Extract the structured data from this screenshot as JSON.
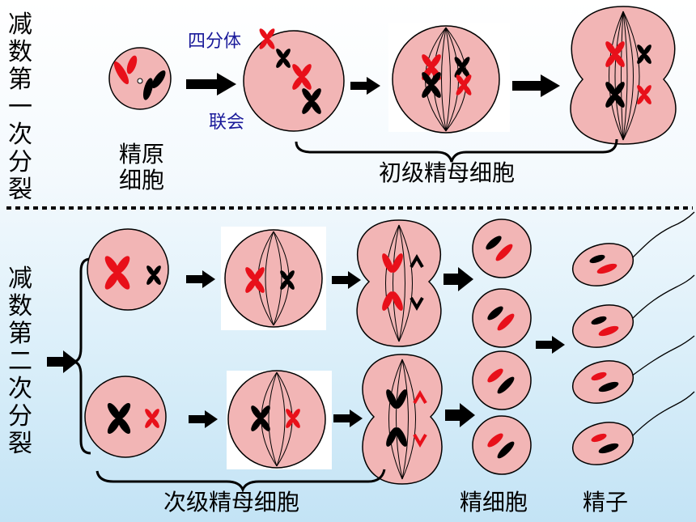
{
  "stage1": {
    "title_chars": [
      "减",
      "数",
      "第",
      "一",
      "次",
      "分",
      "裂"
    ],
    "spermatogonium_label_line1": "精原",
    "spermatogonium_label_line2": "细胞",
    "tetrad_label": "四分体",
    "synapsis_label": "联会",
    "primary_label": "初级精母细胞"
  },
  "stage2": {
    "title_chars": [
      "减",
      "数",
      "第",
      "二",
      "次",
      "分",
      "裂"
    ],
    "secondary_label": "次级精母细胞",
    "spermatid_label": "精细胞",
    "sperm_label": "精子"
  },
  "colors": {
    "cell_fill": "#f2b5b5",
    "chromosome_red": "#e8101a",
    "chromosome_black": "#000000",
    "label_blue": "#1a1a9a",
    "background_top": "#ffffff",
    "background_bottom": "#c3e3f5"
  }
}
